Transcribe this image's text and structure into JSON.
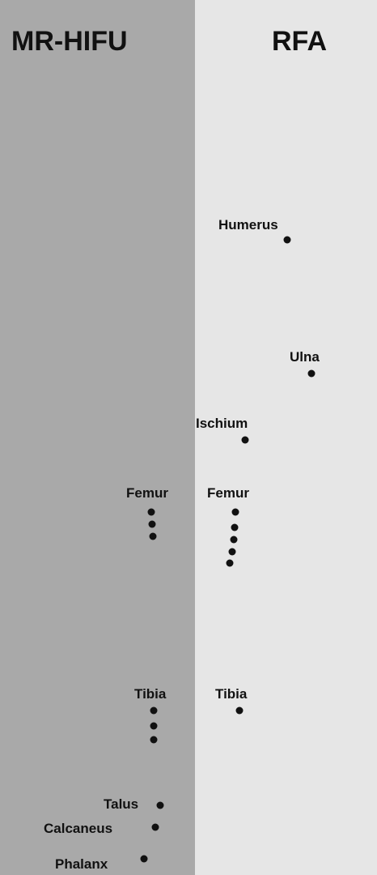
{
  "headings": {
    "left": "MR-HIFU",
    "right": "RFA"
  },
  "colors": {
    "left_panel": "#a9a9a9",
    "right_panel": "#e6e6e6",
    "body_left": "#8a8a8a",
    "body_right": "#e9e9e9",
    "outline": "#444444",
    "marker": "#111111",
    "text": "#111111"
  },
  "labels": {
    "humerus": "Humerus",
    "ulna": "Ulna",
    "ischium": "Ischium",
    "femur_left": "Femur",
    "femur_right": "Femur",
    "tibia_left": "Tibia",
    "tibia_right": "Tibia",
    "talus": "Talus",
    "calcaneus": "Calcaneus",
    "phalanx": "Phalanx"
  },
  "lesion_counts": {
    "mr_hifu": {
      "femur": 3,
      "tibia": 3,
      "talus": 1,
      "calcaneus": 1,
      "phalanx": 1
    },
    "rfa": {
      "humerus": 1,
      "ulna": 1,
      "ischium": 1,
      "femur": 5,
      "tibia": 1
    }
  }
}
